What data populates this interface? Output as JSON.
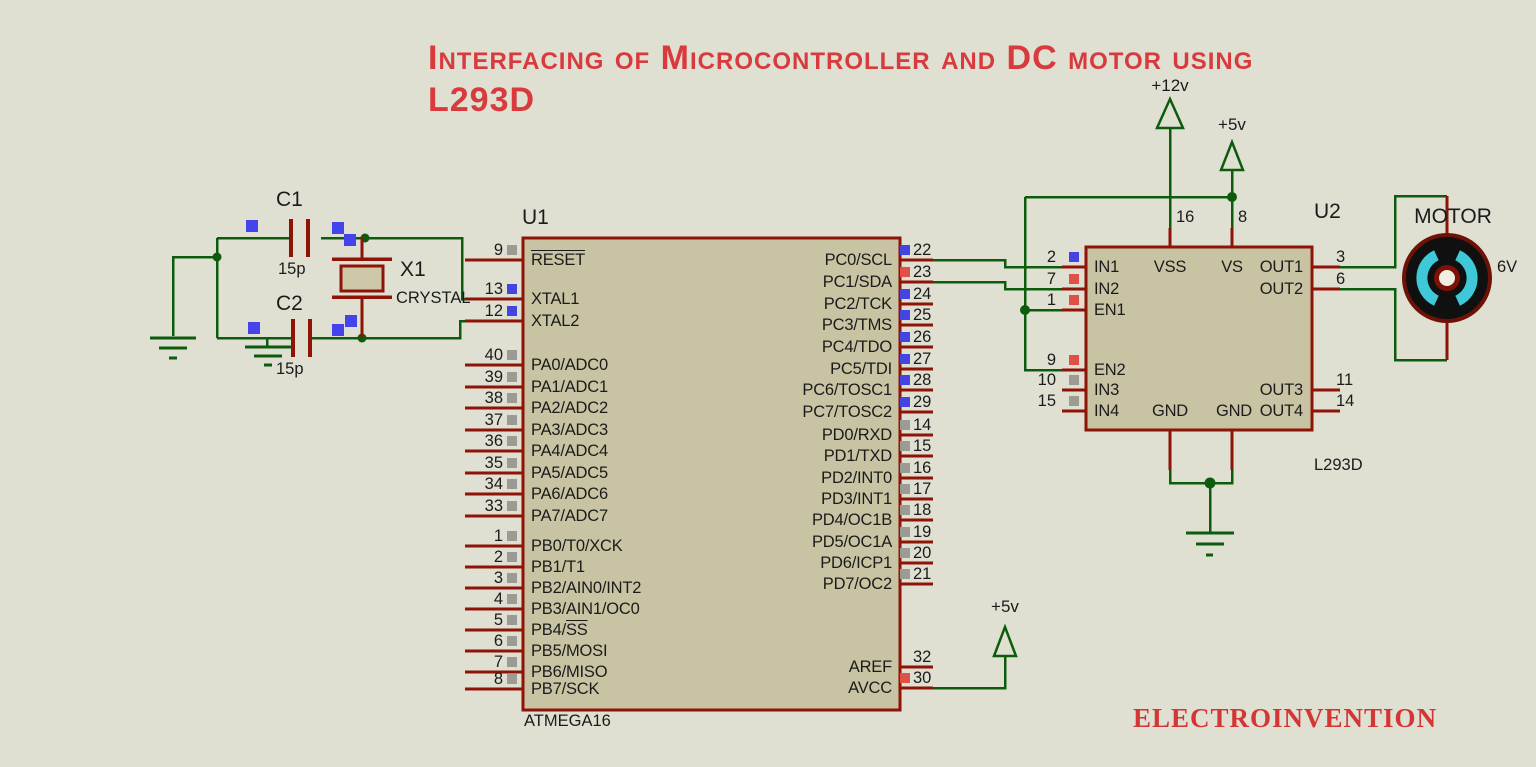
{
  "title": {
    "line1": "Interfacing of Microcontroller and DC motor using",
    "line2": "L293D"
  },
  "watermark": "ELECTROINVENTION",
  "colors": {
    "background": "#dfe0d2",
    "wire_green": "#0d5c0e",
    "component_red": "#8e1408",
    "chip_fill": "#c8c4a3",
    "title_red": "#d93a3e",
    "watermark_red": "#d43535",
    "marker_blue": "#4444e0",
    "marker_red": "#e05048",
    "marker_gray": "#9b9b93",
    "motor_black": "#101010",
    "motor_cyan": "#3fc8d8"
  },
  "power": {
    "plus12": "+12v",
    "plus5_l293": "+5v",
    "plus5_avcc": "+5v"
  },
  "c1": {
    "ref": "C1",
    "value": "15p"
  },
  "c2": {
    "ref": "C2",
    "value": "15p"
  },
  "crystal": {
    "ref": "X1",
    "label": "CRYSTAL"
  },
  "u1": {
    "ref": "U1",
    "part": "ATMEGA16",
    "left_pins": [
      {
        "num": "9",
        "name": "",
        "overline": "RESET",
        "marker": "gray"
      },
      {
        "num": "13",
        "name": "XTAL1",
        "marker": "blue"
      },
      {
        "num": "12",
        "name": "XTAL2",
        "marker": "blue"
      },
      {
        "num": "40",
        "name": "PA0/ADC0",
        "marker": "gray"
      },
      {
        "num": "39",
        "name": "PA1/ADC1",
        "marker": "gray"
      },
      {
        "num": "38",
        "name": "PA2/ADC2",
        "marker": "gray"
      },
      {
        "num": "37",
        "name": "PA3/ADC3",
        "marker": "gray"
      },
      {
        "num": "36",
        "name": "PA4/ADC4",
        "marker": "gray"
      },
      {
        "num": "35",
        "name": "PA5/ADC5",
        "marker": "gray"
      },
      {
        "num": "34",
        "name": "PA6/ADC6",
        "marker": "gray"
      },
      {
        "num": "33",
        "name": "PA7/ADC7",
        "marker": "gray"
      },
      {
        "num": "1",
        "name": "PB0/T0/XCK",
        "marker": "gray"
      },
      {
        "num": "2",
        "name": "PB1/T1",
        "marker": "gray"
      },
      {
        "num": "3",
        "name": "PB2/AIN0/INT2",
        "marker": "gray"
      },
      {
        "num": "4",
        "name": "PB3/AIN1/OC0",
        "marker": "gray"
      },
      {
        "num": "5",
        "name": "PB4/",
        "overline": "SS",
        "marker": "gray"
      },
      {
        "num": "6",
        "name": "PB5/MOSI",
        "marker": "gray"
      },
      {
        "num": "7",
        "name": "PB6/MISO",
        "marker": "gray"
      },
      {
        "num": "8",
        "name": "PB7/SCK",
        "marker": "gray"
      }
    ],
    "right_pins": [
      {
        "num": "22",
        "name": "PC0/SCL",
        "marker": "blue"
      },
      {
        "num": "23",
        "name": "PC1/SDA",
        "marker": "red"
      },
      {
        "num": "24",
        "name": "PC2/TCK",
        "marker": "blue"
      },
      {
        "num": "25",
        "name": "PC3/TMS",
        "marker": "blue"
      },
      {
        "num": "26",
        "name": "PC4/TDO",
        "marker": "blue"
      },
      {
        "num": "27",
        "name": "PC5/TDI",
        "marker": "blue"
      },
      {
        "num": "28",
        "name": "PC6/TOSC1",
        "marker": "blue"
      },
      {
        "num": "29",
        "name": "PC7/TOSC2",
        "marker": "blue"
      },
      {
        "num": "14",
        "name": "PD0/RXD",
        "marker": "gray"
      },
      {
        "num": "15",
        "name": "PD1/TXD",
        "marker": "gray"
      },
      {
        "num": "16",
        "name": "PD2/INT0",
        "marker": "gray"
      },
      {
        "num": "17",
        "name": "PD3/INT1",
        "marker": "gray"
      },
      {
        "num": "18",
        "name": "PD4/OC1B",
        "marker": "gray"
      },
      {
        "num": "19",
        "name": "PD5/OC1A",
        "marker": "gray"
      },
      {
        "num": "20",
        "name": "PD6/ICP1",
        "marker": "gray"
      },
      {
        "num": "21",
        "name": "PD7/OC2",
        "marker": "gray"
      },
      {
        "num": "32",
        "name": "AREF",
        "marker": null
      },
      {
        "num": "30",
        "name": "AVCC",
        "marker": "red"
      }
    ]
  },
  "u2": {
    "ref": "U2",
    "part": "L293D",
    "left_pins": [
      {
        "num": "2",
        "name": "IN1",
        "marker": "blue"
      },
      {
        "num": "7",
        "name": "IN2",
        "marker": "red"
      },
      {
        "num": "1",
        "name": "EN1",
        "marker": "red"
      },
      {
        "num": "9",
        "name": "EN2",
        "marker": "red"
      },
      {
        "num": "10",
        "name": "IN3",
        "marker": "gray"
      },
      {
        "num": "15",
        "name": "IN4",
        "marker": "gray"
      }
    ],
    "right_pins": [
      {
        "num": "3",
        "name": "OUT1",
        "marker": null
      },
      {
        "num": "6",
        "name": "OUT2",
        "marker": null
      },
      {
        "num": "11",
        "name": "OUT3",
        "marker": null
      },
      {
        "num": "14",
        "name": "OUT4",
        "marker": null
      }
    ],
    "top_pins": [
      {
        "num": "16",
        "name": "VSS"
      },
      {
        "num": "8",
        "name": "VS"
      }
    ],
    "gnd_labels": [
      "GND",
      "GND"
    ]
  },
  "motor": {
    "label": "MOTOR",
    "voltage": "6V"
  }
}
